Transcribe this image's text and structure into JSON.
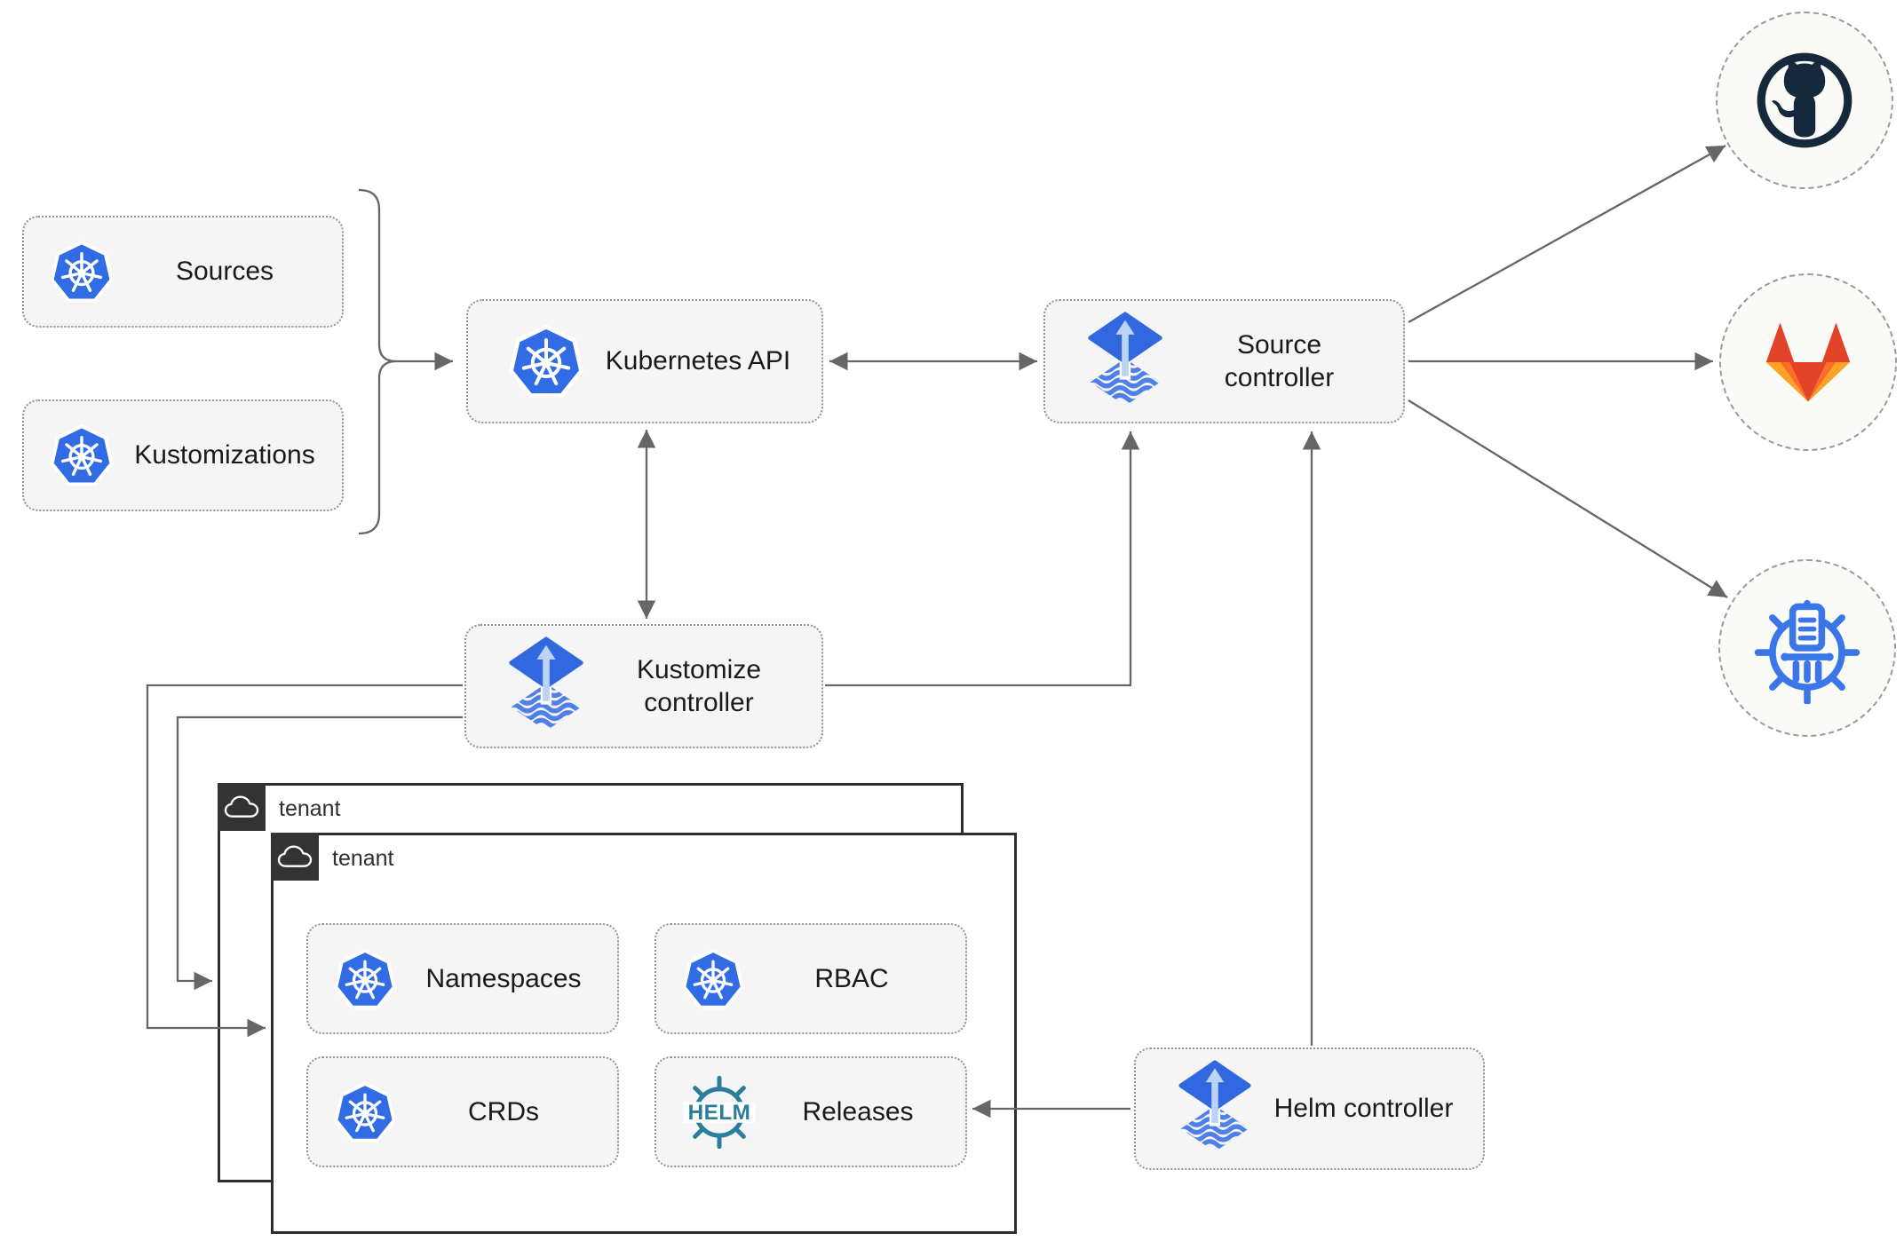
{
  "nodes": {
    "sources": "Sources",
    "kustomizations": "Kustomizations",
    "kubernetes_api": "Kubernetes API",
    "source_controller": "Source controller",
    "kustomize_controller": "Kustomize controller",
    "helm_controller": "Helm controller",
    "namespaces": "Namespaces",
    "rbac": "RBAC",
    "crds": "CRDs",
    "releases": "Releases"
  },
  "groups": {
    "outer_tenant": "tenant",
    "inner_tenant": "tenant"
  },
  "icons": {
    "kubernetes": "kubernetes-wheel",
    "flux": "flux-diamond-arrow",
    "helm": "helm-ship-wheel",
    "helm_wordmark": "HELM",
    "cloud": "cloud-outline",
    "github": "github-octocat",
    "gitlab": "gitlab-tanuki",
    "chartmuseum": "chartmuseum-wheel"
  },
  "colors": {
    "kubernetes_blue": "#326CE5",
    "flux_blue": "#3168DF",
    "flux_arrow_light": "#BCD3F4",
    "helm_teal": "#2A7D9B",
    "github_dark": "#16293C",
    "gitlab_dark_orange": "#E24329",
    "gitlab_mid_orange": "#FC6D26",
    "gitlab_light_orange": "#FCA326",
    "chartmuseum_blue": "#3B76E8",
    "connector_gray": "#666666",
    "node_fill": "#F5F5F5",
    "node_border": "#949494",
    "tenant_border": "#2D2D2D",
    "tenant_label_bg": "#333333"
  }
}
